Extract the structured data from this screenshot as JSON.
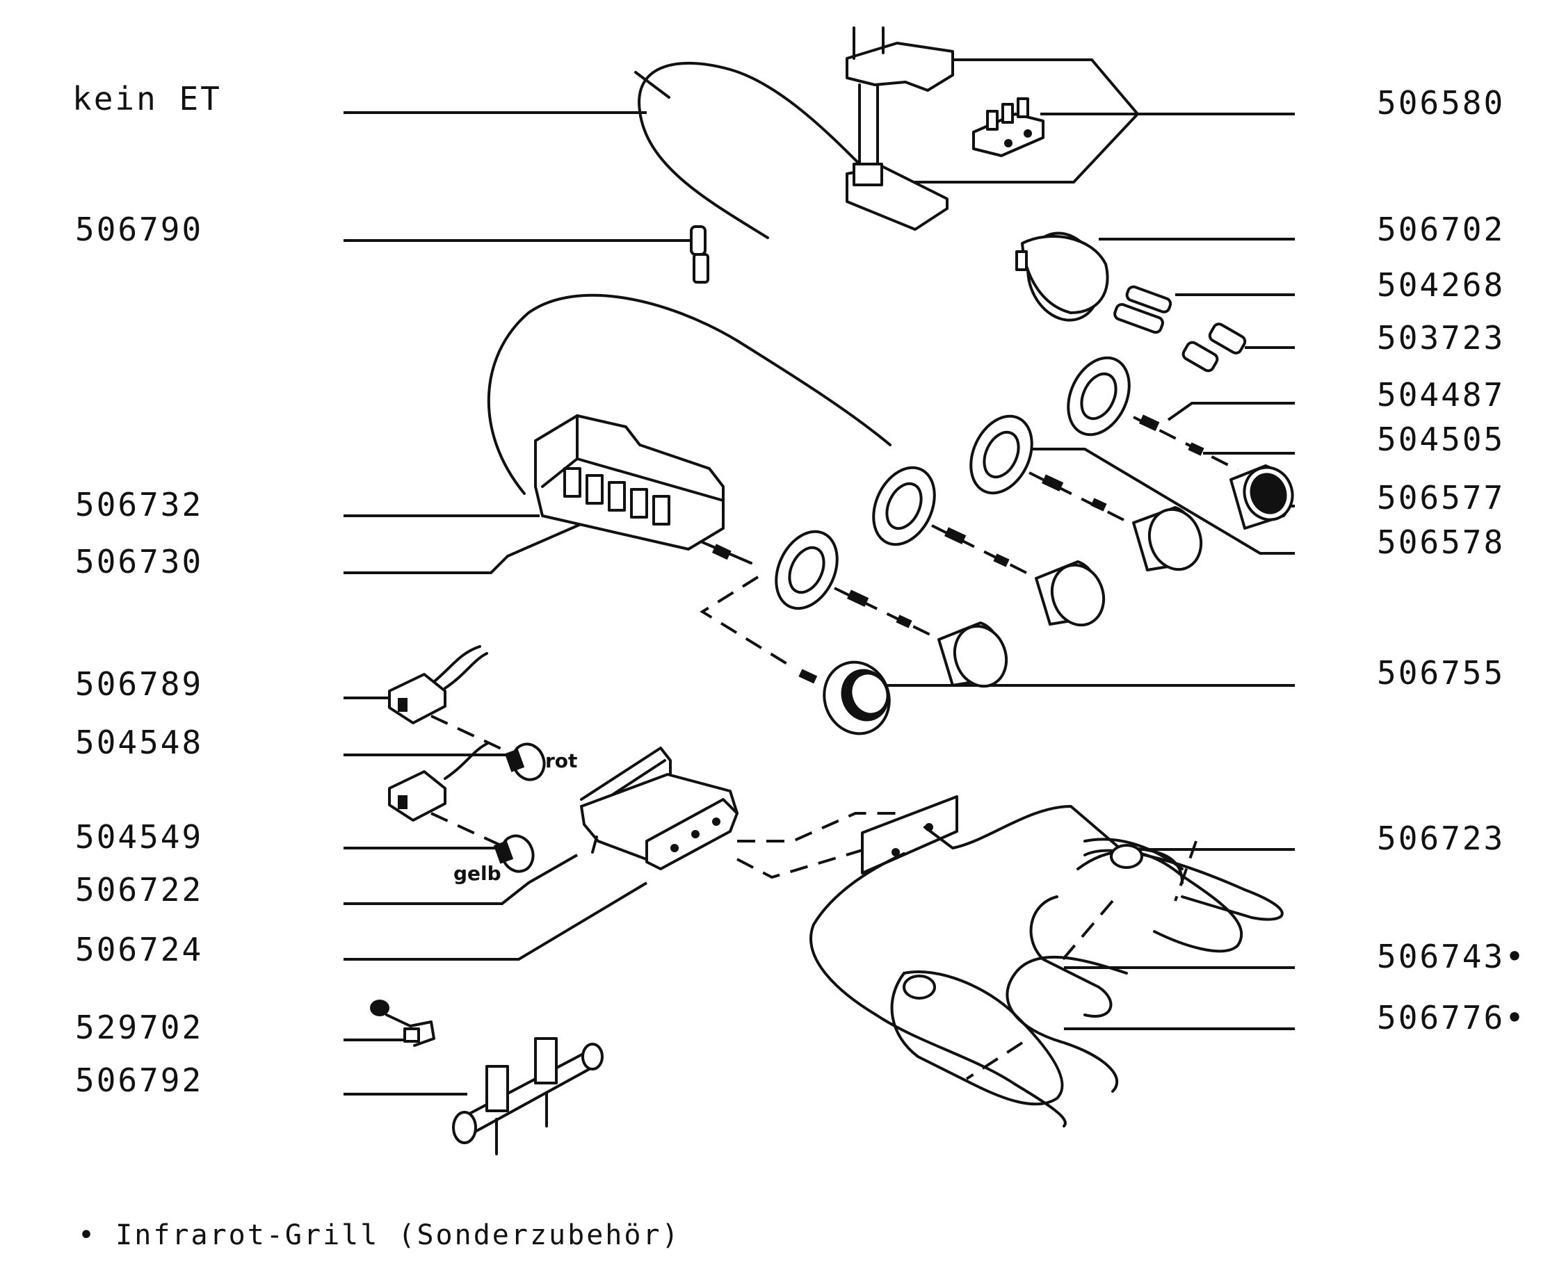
{
  "labels_left": [
    {
      "id": "kein-et",
      "text": "kein ET"
    },
    {
      "id": "506790",
      "text": "506790"
    },
    {
      "id": "506732",
      "text": "506732"
    },
    {
      "id": "506730",
      "text": "506730"
    },
    {
      "id": "506789",
      "text": "506789"
    },
    {
      "id": "504548",
      "text": "504548"
    },
    {
      "id": "504549",
      "text": "504549"
    },
    {
      "id": "506722",
      "text": "506722"
    },
    {
      "id": "506724",
      "text": "506724"
    },
    {
      "id": "529702",
      "text": "529702"
    },
    {
      "id": "506792",
      "text": "506792"
    }
  ],
  "labels_right": [
    {
      "id": "506580",
      "text": "506580"
    },
    {
      "id": "506702",
      "text": "506702"
    },
    {
      "id": "504268",
      "text": "504268"
    },
    {
      "id": "503723",
      "text": "503723"
    },
    {
      "id": "504487",
      "text": "504487"
    },
    {
      "id": "504505",
      "text": "504505"
    },
    {
      "id": "506577",
      "text": "506577"
    },
    {
      "id": "506578",
      "text": "506578"
    },
    {
      "id": "506755",
      "text": "506755"
    },
    {
      "id": "506723",
      "text": "506723"
    },
    {
      "id": "506743",
      "text": "506743•"
    },
    {
      "id": "506776",
      "text": "506776•"
    }
  ],
  "part_tags": {
    "red": "rot",
    "yellow": "gelb"
  },
  "footnote": "• Infrarot-Grill (Sonderzubehör)",
  "colors": {
    "ink": "#111111",
    "paper": "#ffffff"
  }
}
